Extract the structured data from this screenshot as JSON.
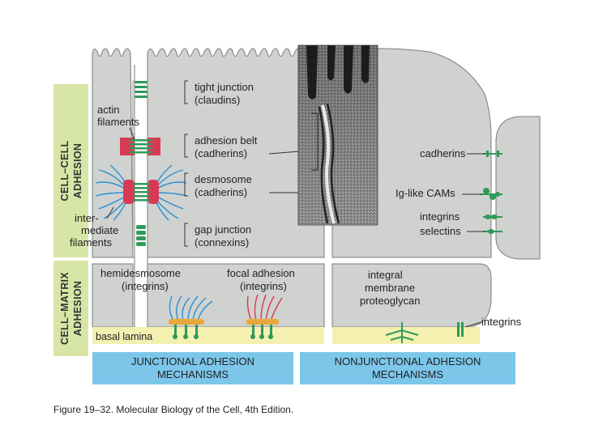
{
  "side_labels": {
    "cell_cell": [
      "CELL–CELL",
      "ADHESION"
    ],
    "cell_matrix": [
      "CELL–MATRIX",
      "ADHESION"
    ]
  },
  "left_labels": {
    "actin": [
      "actin",
      "filaments"
    ],
    "intermediate": [
      "inter-",
      "mediate",
      "filaments"
    ]
  },
  "junction_labels": {
    "tight": [
      "tight junction",
      "(claudins)"
    ],
    "belt": [
      "adhesion belt",
      "(cadherins)"
    ],
    "desmosome": [
      "desmosome",
      "(cadherins)"
    ],
    "gap": [
      "gap junction",
      "(connexins)"
    ]
  },
  "right_labels": {
    "cadherins": "cadherins",
    "igcams": "Ig-like CAMs",
    "integrins": "integrins",
    "selectins": "selectins"
  },
  "matrix_labels": {
    "hemidesmosome": [
      "hemidesmosome",
      "(integrins)"
    ],
    "focal": [
      "focal adhesion",
      "(integrins)"
    ],
    "proteoglycan": [
      "integral",
      "membrane",
      "proteoglycan"
    ],
    "integrins_right": "integrins",
    "basal_lamina": "basal lamina"
  },
  "bands": {
    "junctional": [
      "JUNCTIONAL ADHESION",
      "MECHANISMS"
    ],
    "nonjunctional": [
      "NONJUNCTIONAL ADHESION",
      "MECHANISMS"
    ]
  },
  "caption": "Figure 19–32. Molecular Biology of the Cell, 4th Edition.",
  "colors": {
    "cell": "#cfd2cf",
    "cell_stroke": "#7a7d7a",
    "side_band": "#d7e6a6",
    "lamina": "#f3f0b0",
    "bottom_band": "#7cc6ea",
    "green": "#2e9a5a",
    "actin_red": "#d83a55",
    "blue_filament": "#2a8fd6"
  }
}
